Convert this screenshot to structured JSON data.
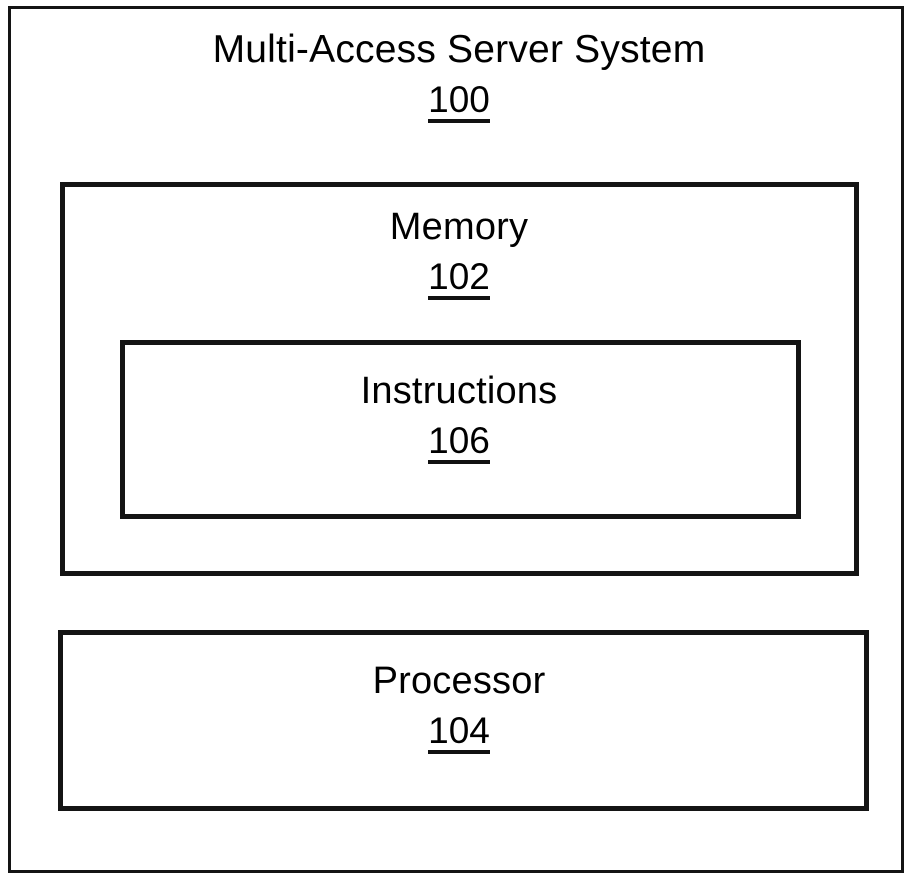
{
  "figure": {
    "style": "patent-block-diagram",
    "line_color": "#141414",
    "background_color": "#ffffff",
    "blocks": [
      {
        "id": "system",
        "title": "Multi-Access Server System",
        "reference_numeral": "100"
      },
      {
        "id": "memory",
        "title": "Memory",
        "reference_numeral": "102"
      },
      {
        "id": "instructions",
        "title": "Instructions",
        "reference_numeral": "106"
      },
      {
        "id": "processor",
        "title": "Processor",
        "reference_numeral": "104"
      }
    ]
  }
}
